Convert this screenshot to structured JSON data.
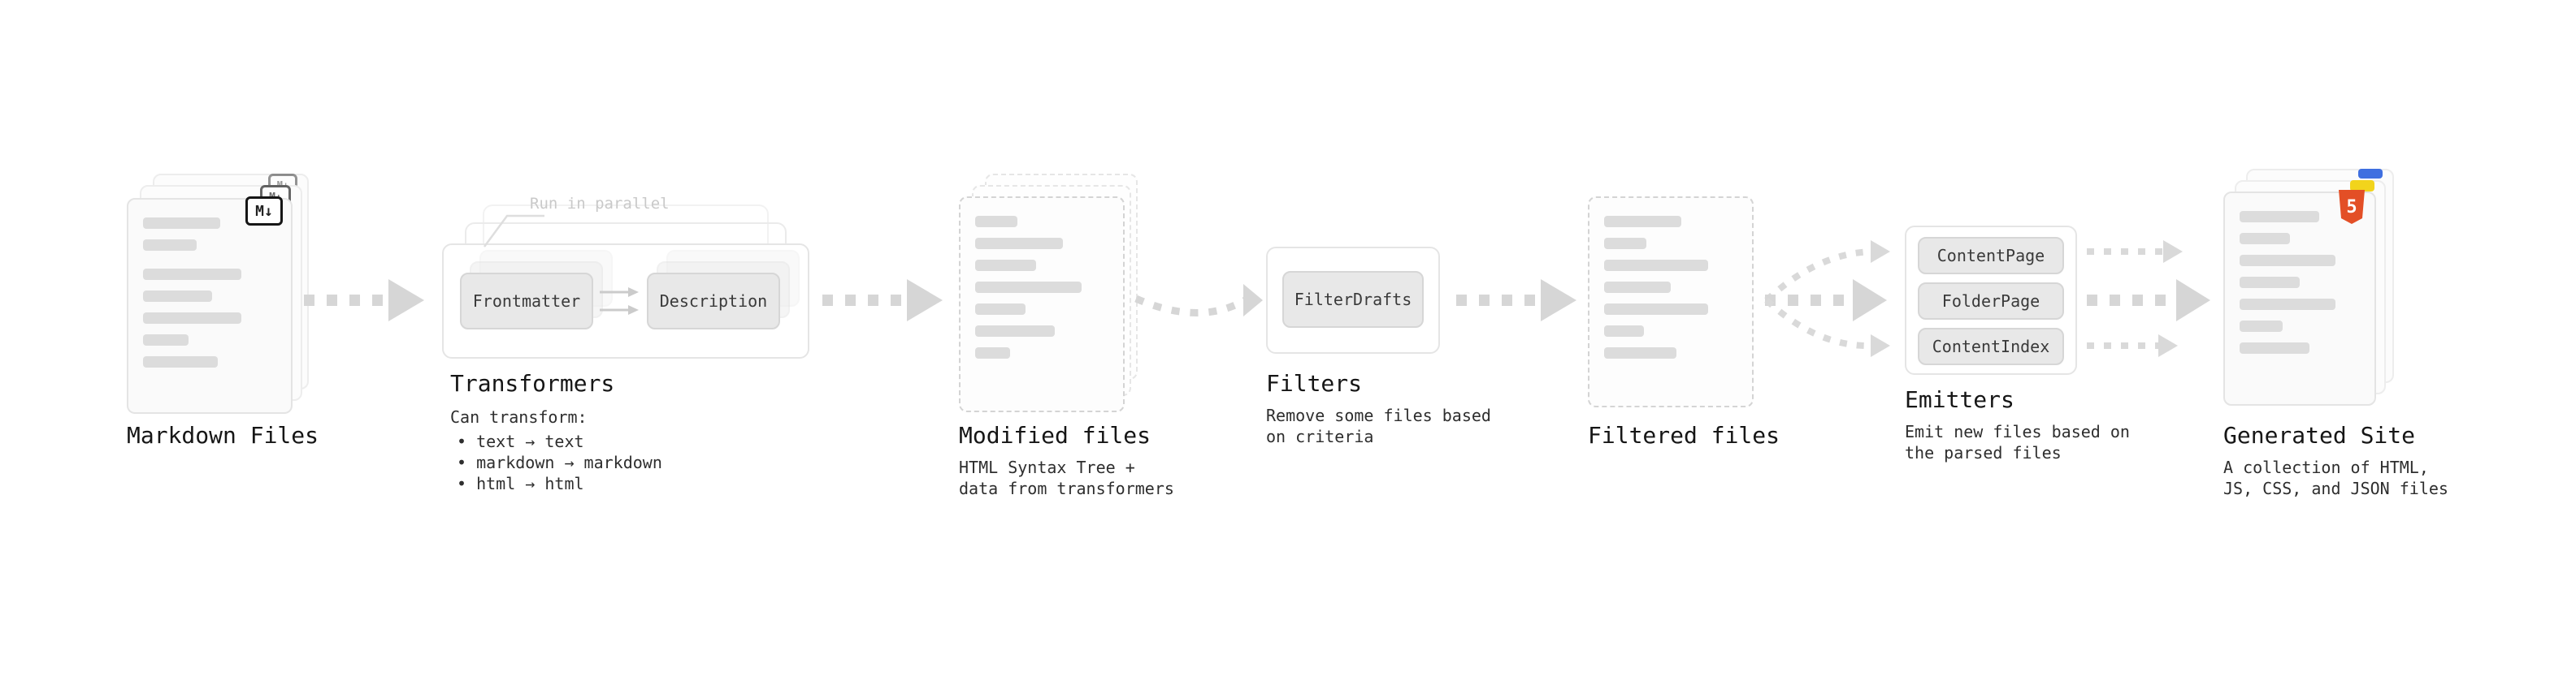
{
  "stages": {
    "markdown_files": {
      "label": "Markdown Files",
      "badge": "M↓"
    },
    "transformers": {
      "label": "Transformers",
      "annotation": "Run in parallel",
      "nodes": [
        "Frontmatter",
        "Description"
      ],
      "desc_title": "Can transform:",
      "bullets": [
        "• text → text",
        "• markdown → markdown",
        "• html → html"
      ]
    },
    "modified_files": {
      "label": "Modified files",
      "desc": [
        "HTML Syntax Tree +",
        "data from transformers"
      ]
    },
    "filters": {
      "label": "Filters",
      "node": "FilterDrafts",
      "desc": [
        "Remove some files based",
        "on criteria"
      ]
    },
    "filtered_files": {
      "label": "Filtered files"
    },
    "emitters": {
      "label": "Emitters",
      "nodes": [
        "ContentPage",
        "FolderPage",
        "ContentIndex"
      ],
      "desc": [
        "Emit new files based on",
        "the parsed files"
      ]
    },
    "generated_site": {
      "label": "Generated Site",
      "badge": "5",
      "desc": [
        "A collection of HTML,",
        "JS, CSS, and JSON files"
      ]
    }
  },
  "colors": {
    "arrow": "#d6d6d6",
    "card_border": "#e4e4e4",
    "skeleton": "#dcdcdc",
    "node_fill": "#e8e8e8",
    "html5_orange": "#e34f26",
    "js_yellow": "#f2d41c",
    "css_blue": "#3f6fe0"
  }
}
